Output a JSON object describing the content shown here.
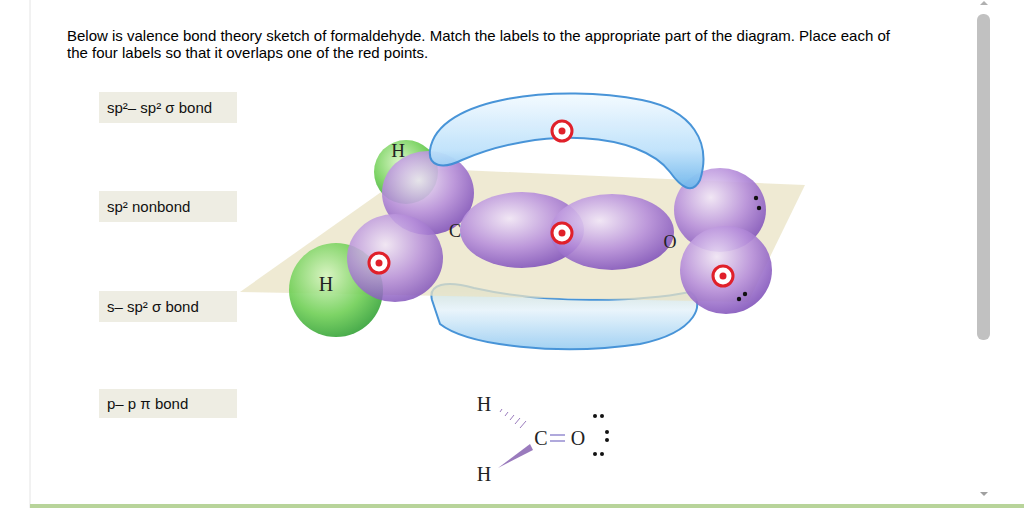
{
  "diagram": {
    "title": "Below is valence bond theory sketch of formaldehyde. Match the labels to the appropriate part of the diagram. Place each of the four labels so that it overlaps one of the red points.",
    "nodes": [
      {
        "text": [
          "sp²– sp² σ bond"
        ]
      },
      {
        "text": [
          "sp² nonbond"
        ]
      },
      {
        "text": [
          "s– sp² σ bond"
        ]
      },
      {
        "text": [
          "p– p π bond"
        ]
      }
    ],
    "labels": [
      "H",
      "H",
      "C",
      "O",
      "H",
      "C",
      "O",
      "H"
    ]
  }
}
